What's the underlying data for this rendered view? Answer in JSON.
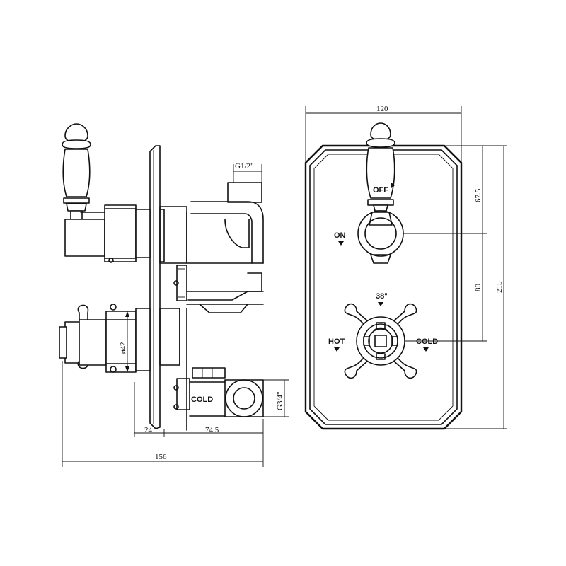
{
  "side_view": {
    "dims": {
      "inlet_thread": "G1/2\"",
      "outlet_thread": "G3/4\"",
      "diameter": "ø42",
      "plate_depth": "24",
      "body_depth": "74.5",
      "overall_depth": "156"
    },
    "labels": {
      "cold": "COLD"
    }
  },
  "front_view": {
    "dims": {
      "width": "120",
      "upper_offset": "67.5",
      "handle_spacing": "80",
      "height": "215"
    },
    "labels": {
      "off": "OFF",
      "on": "ON",
      "temperature": "38°",
      "hot": "HOT",
      "cold": "COLD"
    }
  },
  "colors": {
    "line": "#111111",
    "background": "#ffffff"
  }
}
